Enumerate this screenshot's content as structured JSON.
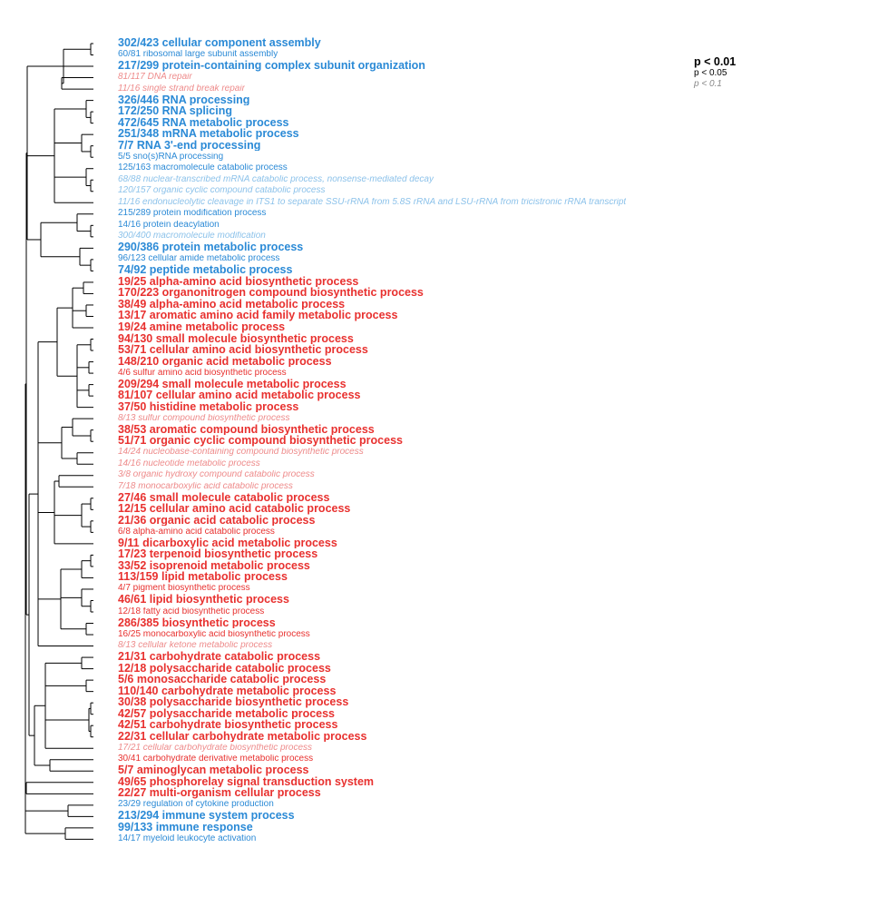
{
  "legend": {
    "strong": "p < 0.01",
    "mid": "p < 0.05",
    "weak": "p < 0.1"
  },
  "colors": {
    "blue": "#2b8ad6",
    "red": "#e8312f",
    "light_blue": "#8cc2ea",
    "light_red": "#ee8b8b",
    "tree": "#000000"
  },
  "terms": [
    {
      "text": "302/423 cellular component assembly",
      "dir": "up",
      "sig": "strong"
    },
    {
      "text": "60/81 ribosomal large subunit assembly",
      "dir": "up",
      "sig": "mid"
    },
    {
      "text": "217/299 protein-containing complex subunit organization",
      "dir": "up",
      "sig": "strong"
    },
    {
      "text": "81/117 DNA repair",
      "dir": "down",
      "sig": "weak"
    },
    {
      "text": "11/16 single strand break repair",
      "dir": "down",
      "sig": "weak"
    },
    {
      "text": "326/446 RNA processing",
      "dir": "up",
      "sig": "strong"
    },
    {
      "text": "172/250 RNA splicing",
      "dir": "up",
      "sig": "strong"
    },
    {
      "text": "472/645 RNA metabolic process",
      "dir": "up",
      "sig": "strong"
    },
    {
      "text": "251/348 mRNA metabolic process",
      "dir": "up",
      "sig": "strong"
    },
    {
      "text": "7/7 RNA 3'-end processing",
      "dir": "up",
      "sig": "strong"
    },
    {
      "text": "5/5 sno(s)RNA processing",
      "dir": "up",
      "sig": "mid"
    },
    {
      "text": "125/163 macromolecule catabolic process",
      "dir": "up",
      "sig": "mid"
    },
    {
      "text": "68/88 nuclear-transcribed mRNA catabolic process, nonsense-mediated decay",
      "dir": "up",
      "sig": "weak"
    },
    {
      "text": "120/157 organic cyclic compound catabolic process",
      "dir": "up",
      "sig": "weak"
    },
    {
      "text": "11/16 endonucleolytic cleavage in ITS1 to separate SSU-rRNA from 5.8S rRNA and LSU-rRNA from tricistronic rRNA transcript",
      "dir": "up",
      "sig": "weak"
    },
    {
      "text": "215/289 protein modification process",
      "dir": "up",
      "sig": "mid"
    },
    {
      "text": "14/16 protein deacylation",
      "dir": "up",
      "sig": "mid"
    },
    {
      "text": "300/400 macromolecule modification",
      "dir": "up",
      "sig": "weak"
    },
    {
      "text": "290/386 protein metabolic process",
      "dir": "up",
      "sig": "strong"
    },
    {
      "text": "96/123 cellular amide metabolic process",
      "dir": "up",
      "sig": "mid"
    },
    {
      "text": "74/92 peptide metabolic process",
      "dir": "up",
      "sig": "strong"
    },
    {
      "text": "19/25 alpha-amino acid biosynthetic process",
      "dir": "down",
      "sig": "strong"
    },
    {
      "text": "170/223 organonitrogen compound biosynthetic process",
      "dir": "down",
      "sig": "strong"
    },
    {
      "text": "38/49 alpha-amino acid metabolic process",
      "dir": "down",
      "sig": "strong"
    },
    {
      "text": "13/17 aromatic amino acid family metabolic process",
      "dir": "down",
      "sig": "strong"
    },
    {
      "text": "19/24 amine metabolic process",
      "dir": "down",
      "sig": "strong"
    },
    {
      "text": "94/130 small molecule biosynthetic process",
      "dir": "down",
      "sig": "strong"
    },
    {
      "text": "53/71 cellular amino acid biosynthetic process",
      "dir": "down",
      "sig": "strong"
    },
    {
      "text": "148/210 organic acid metabolic process",
      "dir": "down",
      "sig": "strong"
    },
    {
      "text": "4/6 sulfur amino acid biosynthetic process",
      "dir": "down",
      "sig": "mid"
    },
    {
      "text": "209/294 small molecule metabolic process",
      "dir": "down",
      "sig": "strong"
    },
    {
      "text": "81/107 cellular amino acid metabolic process",
      "dir": "down",
      "sig": "strong"
    },
    {
      "text": "37/50 histidine metabolic process",
      "dir": "down",
      "sig": "strong"
    },
    {
      "text": "8/13 sulfur compound biosynthetic process",
      "dir": "down",
      "sig": "weak"
    },
    {
      "text": "38/53 aromatic compound biosynthetic process",
      "dir": "down",
      "sig": "strong"
    },
    {
      "text": "51/71 organic cyclic compound biosynthetic process",
      "dir": "down",
      "sig": "strong"
    },
    {
      "text": "14/24 nucleobase-containing compound biosynthetic process",
      "dir": "down",
      "sig": "weak"
    },
    {
      "text": "14/16 nucleotide metabolic process",
      "dir": "down",
      "sig": "weak"
    },
    {
      "text": "3/8 organic hydroxy compound catabolic process",
      "dir": "down",
      "sig": "weak"
    },
    {
      "text": "7/18 monocarboxylic acid catabolic process",
      "dir": "down",
      "sig": "weak"
    },
    {
      "text": "27/46 small molecule catabolic process",
      "dir": "down",
      "sig": "strong"
    },
    {
      "text": "12/15 cellular amino acid catabolic process",
      "dir": "down",
      "sig": "strong"
    },
    {
      "text": "21/36 organic acid catabolic process",
      "dir": "down",
      "sig": "strong"
    },
    {
      "text": "6/8 alpha-amino acid catabolic process",
      "dir": "down",
      "sig": "mid"
    },
    {
      "text": "9/11 dicarboxylic acid metabolic process",
      "dir": "down",
      "sig": "strong"
    },
    {
      "text": "17/23 terpenoid biosynthetic process",
      "dir": "down",
      "sig": "strong"
    },
    {
      "text": "33/52 isoprenoid metabolic process",
      "dir": "down",
      "sig": "strong"
    },
    {
      "text": "113/159 lipid metabolic process",
      "dir": "down",
      "sig": "strong"
    },
    {
      "text": "4/7 pigment biosynthetic process",
      "dir": "down",
      "sig": "mid"
    },
    {
      "text": "46/61 lipid biosynthetic process",
      "dir": "down",
      "sig": "strong"
    },
    {
      "text": "12/18 fatty acid biosynthetic process",
      "dir": "down",
      "sig": "mid"
    },
    {
      "text": "286/385 biosynthetic process",
      "dir": "down",
      "sig": "strong"
    },
    {
      "text": "16/25 monocarboxylic acid biosynthetic process",
      "dir": "down",
      "sig": "mid"
    },
    {
      "text": "8/13 cellular ketone metabolic process",
      "dir": "down",
      "sig": "weak"
    },
    {
      "text": "21/31 carbohydrate catabolic process",
      "dir": "down",
      "sig": "strong"
    },
    {
      "text": "12/18 polysaccharide catabolic process",
      "dir": "down",
      "sig": "strong"
    },
    {
      "text": "5/6 monosaccharide catabolic process",
      "dir": "down",
      "sig": "strong"
    },
    {
      "text": "110/140 carbohydrate metabolic process",
      "dir": "down",
      "sig": "strong"
    },
    {
      "text": "30/38 polysaccharide biosynthetic process",
      "dir": "down",
      "sig": "strong"
    },
    {
      "text": "42/57 polysaccharide metabolic process",
      "dir": "down",
      "sig": "strong"
    },
    {
      "text": "42/51 carbohydrate biosynthetic process",
      "dir": "down",
      "sig": "strong"
    },
    {
      "text": "22/31 cellular carbohydrate metabolic process",
      "dir": "down",
      "sig": "strong"
    },
    {
      "text": "17/21 cellular carbohydrate biosynthetic process",
      "dir": "down",
      "sig": "weak"
    },
    {
      "text": "30/41 carbohydrate derivative metabolic process",
      "dir": "down",
      "sig": "mid"
    },
    {
      "text": "5/7 aminoglycan metabolic process",
      "dir": "down",
      "sig": "strong"
    },
    {
      "text": "49/65 phosphorelay signal transduction system",
      "dir": "down",
      "sig": "strong"
    },
    {
      "text": "22/27 multi-organism cellular process",
      "dir": "down",
      "sig": "strong"
    },
    {
      "text": "23/29 regulation of cytokine production",
      "dir": "up",
      "sig": "mid"
    },
    {
      "text": "213/294 immune system process",
      "dir": "up",
      "sig": "strong"
    },
    {
      "text": "99/133 immune response",
      "dir": "up",
      "sig": "strong"
    },
    {
      "text": "14/17 myeloid leukocyte activation",
      "dir": "up",
      "sig": "mid"
    }
  ]
}
